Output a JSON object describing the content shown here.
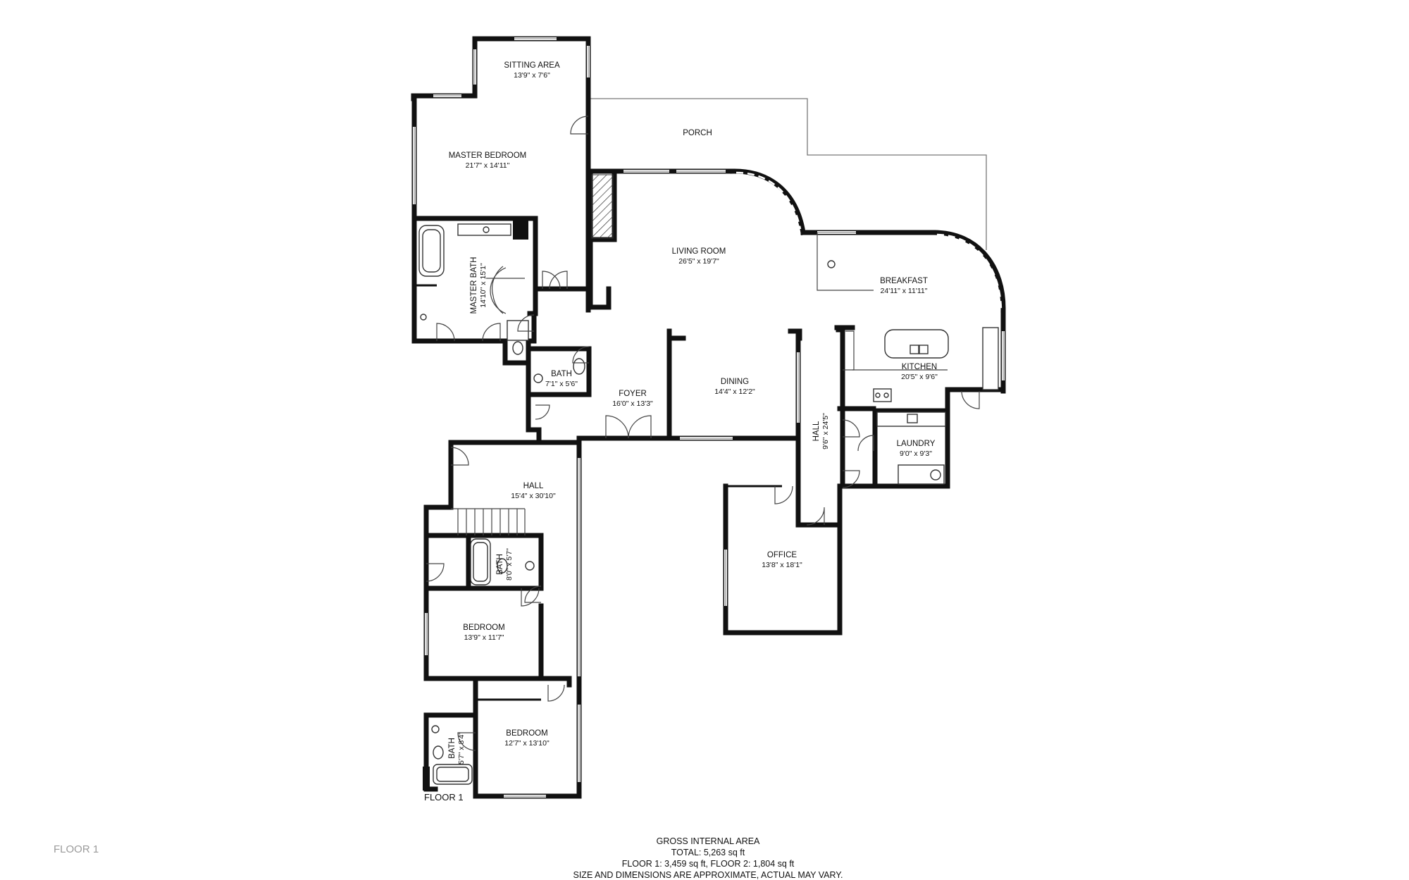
{
  "plan": {
    "floor_label": "FLOOR 1",
    "corner_label": "FLOOR 1",
    "rooms": [
      {
        "id": "sitting",
        "name": "SITTING AREA",
        "dims": "13'9\" x 7'6\""
      },
      {
        "id": "porch",
        "name": "PORCH",
        "dims": ""
      },
      {
        "id": "master-bedroom",
        "name": "MASTER BEDROOM",
        "dims": "21'7\" x 14'11\""
      },
      {
        "id": "master-bath",
        "name": "MASTER BATH",
        "dims": "14'10\" x 15'1\""
      },
      {
        "id": "living",
        "name": "LIVING ROOM",
        "dims": "26'5\" x 19'7\""
      },
      {
        "id": "breakfast",
        "name": "BREAKFAST",
        "dims": "24'11\" x 11'11\""
      },
      {
        "id": "kitchen",
        "name": "KITCHEN",
        "dims": "20'5\" x 9'6\""
      },
      {
        "id": "bath-1",
        "name": "BATH",
        "dims": "7'1\" x 5'6\""
      },
      {
        "id": "foyer",
        "name": "FOYER",
        "dims": "16'0\" x 13'3\""
      },
      {
        "id": "dining",
        "name": "DINING",
        "dims": "14'4\" x 12'2\""
      },
      {
        "id": "hall-east",
        "name": "HALL",
        "dims": "9'6\" x 24'5\""
      },
      {
        "id": "laundry",
        "name": "LAUNDRY",
        "dims": "9'0\" x 9'3\""
      },
      {
        "id": "hall-west",
        "name": "HALL",
        "dims": "15'4\" x 30'10\""
      },
      {
        "id": "bath-2",
        "name": "BATH",
        "dims": "8'0\" x 5'7\""
      },
      {
        "id": "office",
        "name": "OFFICE",
        "dims": "13'8\" x 18'1\""
      },
      {
        "id": "bedroom-1",
        "name": "BEDROOM",
        "dims": "13'9\" x 11'7\""
      },
      {
        "id": "bedroom-2",
        "name": "BEDROOM",
        "dims": "12'7\" x 13'10\""
      },
      {
        "id": "bath-3",
        "name": "BATH",
        "dims": "5'7\" x 8'4\""
      }
    ]
  },
  "summary": {
    "line1": "GROSS INTERNAL AREA",
    "line2": "TOTAL: 5,263 sq ft",
    "line3": "FLOOR 1: 3,459 sq ft, FLOOR 2: 1,804 sq ft",
    "line4": "SIZE AND DIMENSIONS ARE APPROXIMATE, ACTUAL MAY VARY."
  }
}
